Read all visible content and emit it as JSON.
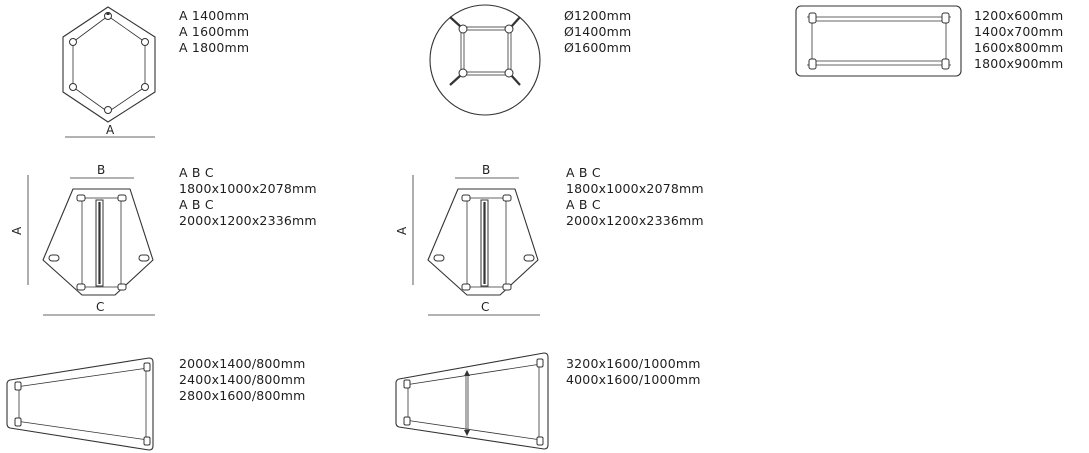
{
  "hexagon_table": {
    "dim_label": "A",
    "sizes": [
      "A 1400mm",
      "A 1600mm",
      "A 1800mm"
    ]
  },
  "round_table": {
    "sizes": [
      "Ø1200mm",
      "Ø1400mm",
      "Ø1600mm"
    ]
  },
  "rect_table": {
    "sizes": [
      "1200x600mm",
      "1400x700mm",
      "1600x800mm",
      "1800x900mm"
    ]
  },
  "pentagon_table_1": {
    "labels": {
      "a": "A",
      "b": "B",
      "c": "C"
    },
    "sizes": [
      "A B C",
      "1800x1000x2078mm",
      "A B C",
      "2000x1200x2336mm"
    ]
  },
  "pentagon_table_2": {
    "labels": {
      "a": "A",
      "b": "B",
      "c": "C"
    },
    "sizes": [
      "A B C",
      "1800x1000x2078mm",
      "A B C",
      "2000x1200x2336mm"
    ]
  },
  "trapezoid_table_1": {
    "sizes": [
      "2000x1400/800mm",
      "2400x1400/800mm",
      "2800x1600/800mm"
    ]
  },
  "trapezoid_table_2": {
    "sizes": [
      "3200x1600/1000mm",
      "4000x1600/1000mm"
    ]
  }
}
